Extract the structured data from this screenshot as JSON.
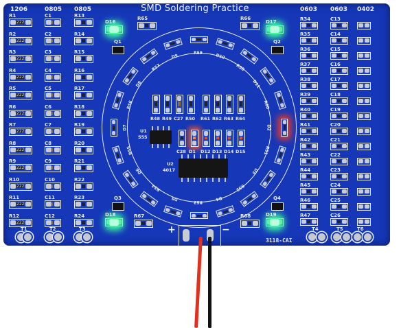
{
  "board": {
    "title": "SMD Soldering Practice",
    "version_mark": "3118-CAI",
    "plus": "+",
    "minus": "−",
    "colors": {
      "pcb": "#1537b8",
      "silkscreen": "#e8eefc",
      "led_green": "#3cff9a",
      "led_red": "#ff3a1a",
      "wire_red": "#e0301e",
      "wire_black": "#111111"
    }
  },
  "columns": [
    {
      "header": "1206",
      "parts": [
        "R1",
        "R2",
        "R3",
        "R4",
        "R5",
        "R6",
        "R7",
        "R8",
        "R9",
        "R10",
        "R11",
        "R12"
      ],
      "marking": "222",
      "type": "resistor"
    },
    {
      "header": "0805",
      "parts": [
        "C1",
        "C2",
        "C3",
        "C4",
        "C5",
        "C6",
        "C7",
        "C8",
        "C9",
        "C10",
        "C11",
        "C12"
      ],
      "type": "capacitor"
    },
    {
      "header": "0805",
      "parts": [
        "R13",
        "R14",
        "R15",
        "R16",
        "R17",
        "R18",
        "R19",
        "R20",
        "R21",
        "R22",
        "R23",
        "R24"
      ],
      "type": "resistor"
    },
    {
      "header": "0603",
      "parts": [
        "R34",
        "R35",
        "R36",
        "R37",
        "R38",
        "R39",
        "R40",
        "R41",
        "R42",
        "R43",
        "R44",
        "R45",
        "R46",
        "R47"
      ],
      "type": "resistor"
    },
    {
      "header": "0603",
      "parts": [
        "C13",
        "C14",
        "C15",
        "C16",
        "C17",
        "C18",
        "C19",
        "C20",
        "C21",
        "C22",
        "C23",
        "C24",
        "C25",
        "C26"
      ],
      "type": "capacitor"
    },
    {
      "header": "0402",
      "parts": [],
      "count": 14,
      "type": "resistor"
    }
  ],
  "ring_parts": [
    "R59",
    "D10",
    "R58",
    "D11",
    "R60",
    "D2",
    "R51",
    "D3",
    "R52",
    "D4",
    "R53",
    "D5",
    "R54",
    "D6",
    "R55",
    "D7",
    "R56",
    "D8",
    "R57",
    "D9"
  ],
  "inner_top_row": [
    "R48",
    "R49",
    "C27",
    "R50",
    "R61",
    "R62",
    "R63",
    "R64"
  ],
  "inner_bottom_row": [
    "C28",
    "D1",
    "D12",
    "D13",
    "D14",
    "D15"
  ],
  "chips": [
    {
      "ref": "U1",
      "value": "555"
    },
    {
      "ref": "U2",
      "value": "4017"
    }
  ],
  "corner_leds": [
    "D16",
    "D17",
    "D18",
    "D19"
  ],
  "transistors": [
    "Q1",
    "Q2",
    "Q3",
    "Q4"
  ],
  "corner_resistors": [
    "R65",
    "R66",
    "R67",
    "R68"
  ],
  "test_points": [
    "T1",
    "T2",
    "T3",
    "T4",
    "T5",
    "T6"
  ]
}
